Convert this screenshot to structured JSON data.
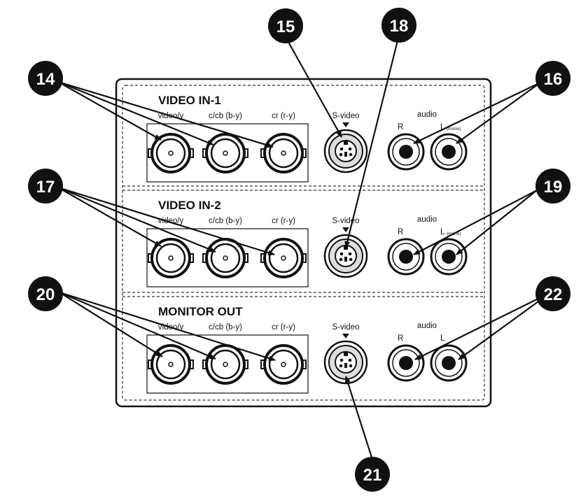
{
  "sections": [
    {
      "title": "VIDEO IN-1",
      "component_labels": [
        "video/y",
        "c/cb (b-y)",
        "cr (r-y)"
      ],
      "svideo_label": "S-video",
      "audio_label": "audio",
      "audio_r": "R",
      "audio_l": "L",
      "audio_l_note": "(mono)"
    },
    {
      "title": "VIDEO IN-2",
      "component_labels": [
        "video/y",
        "c/cb (b-y)",
        "cr (r-y)"
      ],
      "svideo_label": "S-video",
      "audio_label": "audio",
      "audio_r": "R",
      "audio_l": "L",
      "audio_l_note": "(mono)"
    },
    {
      "title": "MONITOR OUT",
      "component_labels": [
        "video/y",
        "c/cb (b-y)",
        "cr (r-y)"
      ],
      "svideo_label": "S-video",
      "audio_label": "audio",
      "audio_r": "R",
      "audio_l": "L",
      "audio_l_note": ""
    }
  ],
  "callouts": [
    "14",
    "15",
    "18",
    "16",
    "17",
    "19",
    "20",
    "22",
    "21"
  ],
  "colors": {
    "ink": "#111111",
    "panel": "#ffffff",
    "callout_fill": "#111111"
  }
}
